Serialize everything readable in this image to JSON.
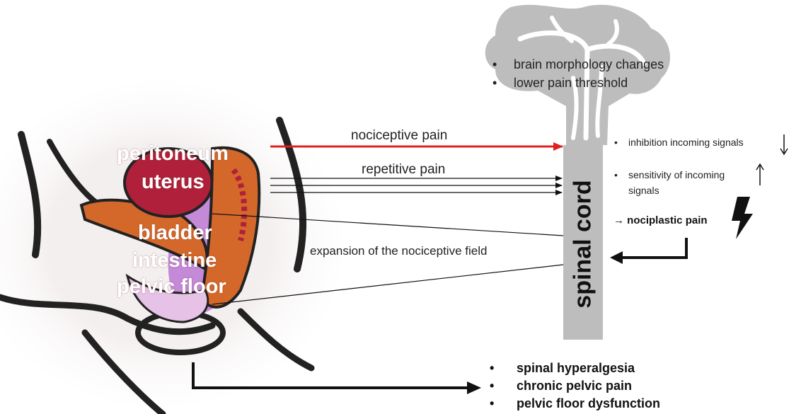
{
  "organs": [
    "peritoneum",
    "uterus",
    "bladder",
    "intestine",
    "pelvic floor"
  ],
  "brain": {
    "items": [
      "brain morphology changes",
      "lower pain threshold"
    ]
  },
  "arrows": {
    "nociceptive": "nociceptive pain",
    "repetitive": "repetitive pain",
    "expansion": "expansion of the nociceptive field"
  },
  "spinal_cord": {
    "label": "spinal cord",
    "effects": [
      "inhibition incoming signals",
      "sensitivity of incoming",
      "signals"
    ],
    "result": "→ nociplastic pain"
  },
  "outcomes": [
    "spinal hyperalgesia",
    "chronic pelvic pain",
    "pelvic floor dysfunction"
  ],
  "colors": {
    "nociceptive_arrow": "#e02020",
    "brain_gray": "#bdbdbd",
    "uterus": "#b0203a",
    "tissue_orange": "#d4682a",
    "tissue_purple": "#c48ad8"
  }
}
